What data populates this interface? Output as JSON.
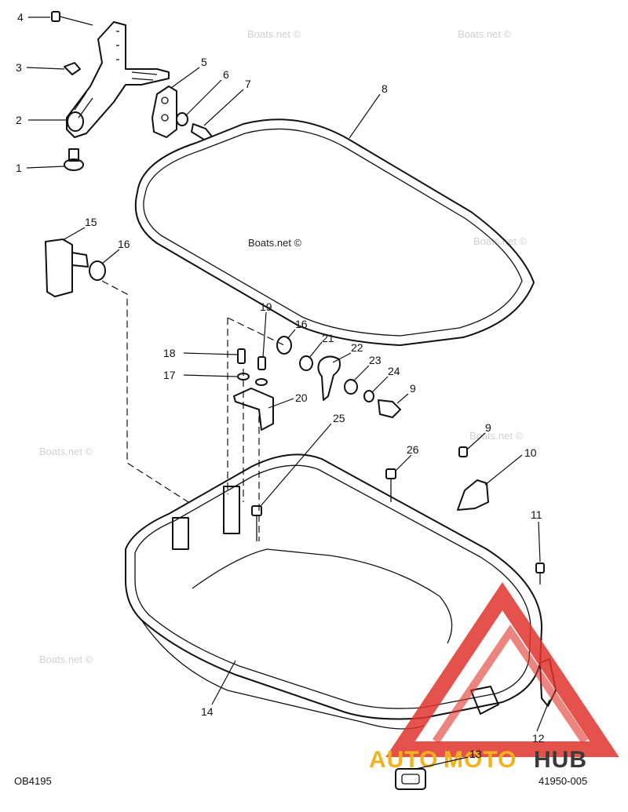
{
  "watermark": {
    "text": "Boats.net ©",
    "brand_auto": "AUTO",
    "brand_moto": "MOTO",
    "brand_hub": "HUB",
    "colors": {
      "auto": "#f2b21b",
      "moto": "#f2b21b",
      "hub": "#3a3a3a",
      "triangle": "#e0322b"
    }
  },
  "callouts": [
    "4",
    "3",
    "2",
    "1",
    "5",
    "6",
    "7",
    "8",
    "15",
    "16",
    "19",
    "16",
    "18",
    "17",
    "21",
    "22",
    "23",
    "24",
    "9",
    "20",
    "25",
    "26",
    "9",
    "10",
    "11",
    "14",
    "12",
    "13"
  ],
  "footer": {
    "left_code": "OB4195",
    "right_code": "41950-005"
  }
}
